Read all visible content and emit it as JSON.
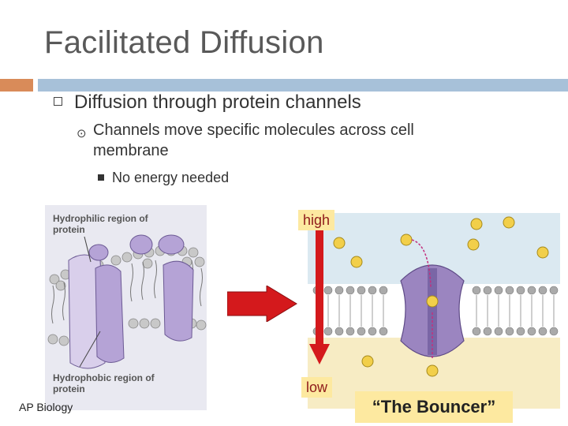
{
  "slide": {
    "title": "Facilitated Diffusion",
    "bullet_level1": "Diffusion through protein channels",
    "bullet_level2": "Channels move specific molecules across cell membrane",
    "bullet_level3": "No energy needed",
    "footer": "AP Biology"
  },
  "left_figure": {
    "label_hydrophilic": "Hydrophilic region of protein",
    "label_hydrophobic": "Hydrophobic region of protein"
  },
  "right_figure": {
    "gradient_high": "high",
    "gradient_low": "low",
    "caption": "“The Bouncer”"
  },
  "colors": {
    "accent_orange": "#d98b59",
    "accent_blue": "#a7c1d9",
    "protein_purple": "#9b85c0",
    "molecule_yellow": "#f2cf4a",
    "arrow_red": "#d4191c",
    "highlight_yellow": "#fde9a0"
  }
}
